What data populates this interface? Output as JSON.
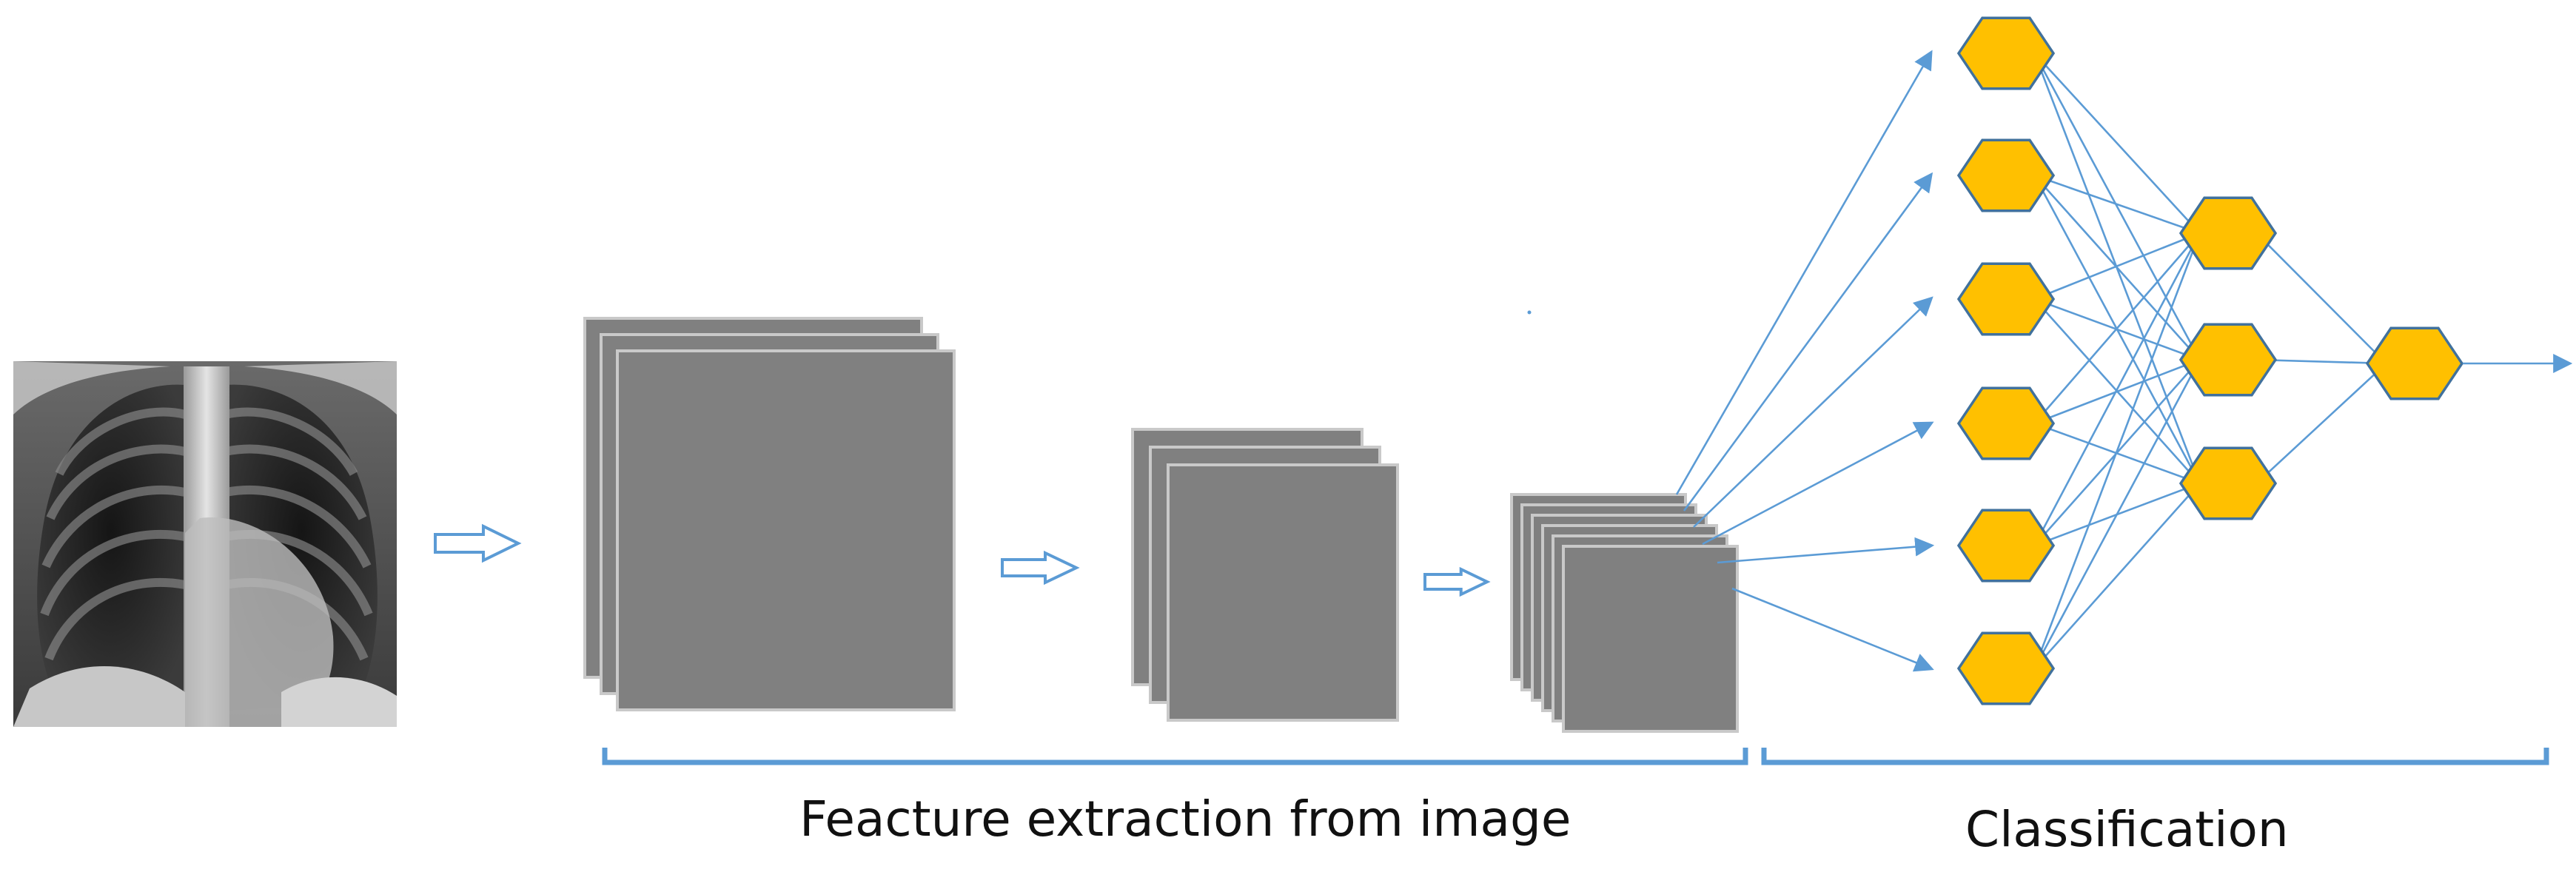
{
  "captions": {
    "feature_extraction": "Feacture extraction from image",
    "classification": "Classification"
  },
  "colors": {
    "node_fill": "#ffc000",
    "node_border": "#41719c",
    "connection": "#5b9bd5",
    "feature_map": "#808080",
    "feature_map_border": "#c9c9c9"
  },
  "stages": [
    {
      "name": "input-xray",
      "kind": "chest x-ray image"
    },
    {
      "name": "conv-block-1",
      "maps": 3
    },
    {
      "name": "conv-block-2",
      "maps": 3
    },
    {
      "name": "conv-block-3",
      "maps": 6
    }
  ],
  "network": {
    "layers": [
      6,
      3,
      1
    ]
  }
}
